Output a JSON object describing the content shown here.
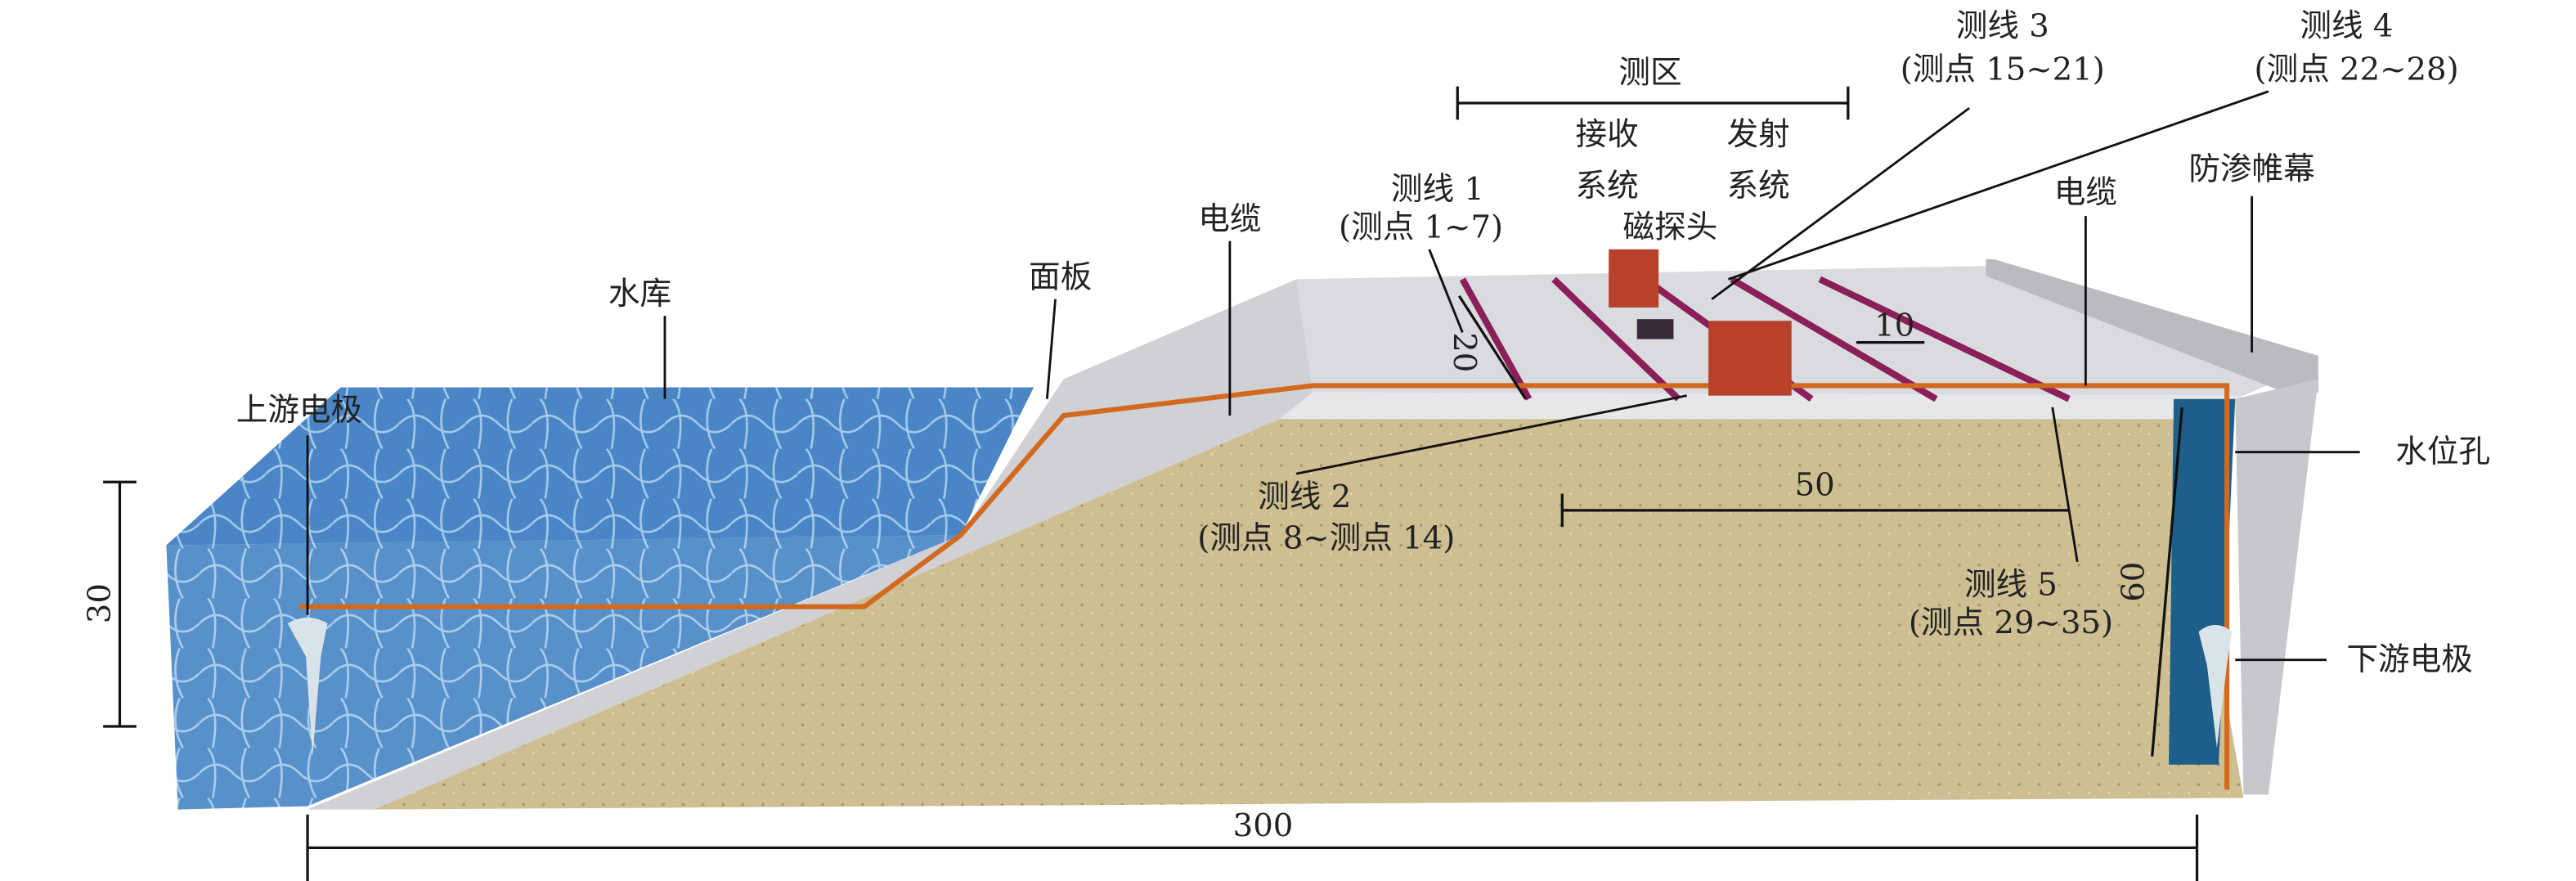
{
  "colors": {
    "water": "#4a86c5",
    "water_light": "#8fbde6",
    "sand": "#cdbf91",
    "concrete": "#cfd1d4",
    "cable": "#d2691e",
    "survey_line": "#8b1f5a",
    "box": "#b7412a",
    "hole": "#1d5f8a"
  },
  "labels": {
    "zone": "测区",
    "line3": "测线 3",
    "line3_points": "(测点 15~21)",
    "line4": "测线 4",
    "line4_points": "(测点 22~28)",
    "receiver_1": "接收",
    "receiver_2": "系统",
    "transmitter_1": "发射",
    "transmitter_2": "系统",
    "probe": "磁探头",
    "line1": "测线 1",
    "line1_points": "(测点 1~7)",
    "cable_left": "电缆",
    "cable_right": "电缆",
    "curtain": "防渗帷幕",
    "reservoir": "水库",
    "panel": "面板",
    "upstream_electrode": "上游电极",
    "line2": "测线 2",
    "line2_points": "(测点 8~测点 14)",
    "line5": "测线 5",
    "line5_points": "(测点 29~35)",
    "water_hole": "水位孔",
    "downstream_electrode": "下游电极"
  },
  "dimensions": {
    "height_water": "30",
    "total_length": "300",
    "zone_length": "50",
    "hole_depth": "60",
    "line_length": "20",
    "line_spacing": "10"
  }
}
